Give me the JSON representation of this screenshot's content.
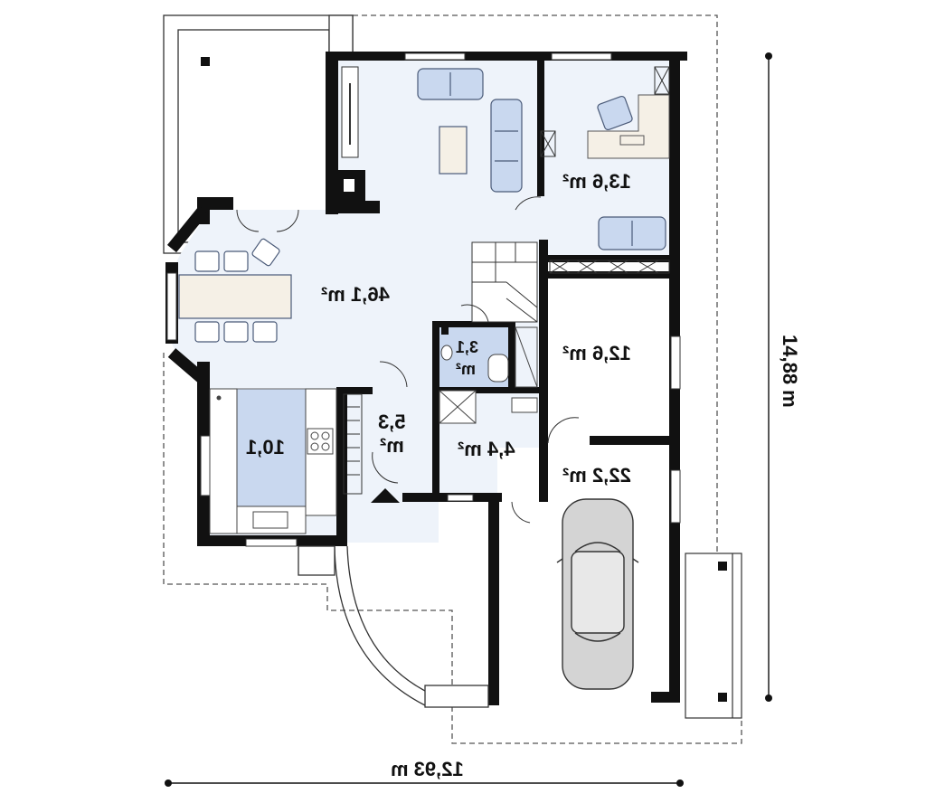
{
  "plan": {
    "overall_width_label": "12,93 m",
    "overall_depth_label": "14,88 m",
    "rooms": {
      "living": "46,1 m²",
      "study": "13,6 m²",
      "room_mid": "12,6 m²",
      "garage": "22,2 m²",
      "kitchen": "10,1",
      "bath_small_top": "3,1",
      "bath_small_bottom": "m²",
      "hall_top": "5,3",
      "hall_bottom": "m²",
      "utility": "4,4 m²"
    },
    "colors": {
      "wall": "#111111",
      "floor": "#eef3fa",
      "kitchen_floor": "#c9d8ef",
      "bath_floor": "#c9d8ef",
      "furniture": "#c9d8ef",
      "dashed_outline": "#555555"
    }
  }
}
